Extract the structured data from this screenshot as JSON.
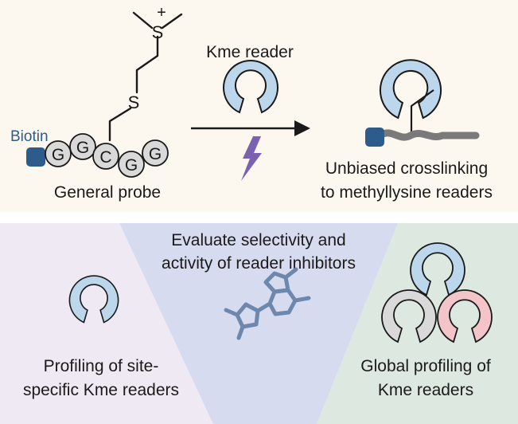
{
  "colors": {
    "top_panel_bg": "#fdf8ef",
    "left_panel_bg": "#efe9f3",
    "middle_panel_bg": "#d6dbef",
    "right_panel_bg": "#dde8e1",
    "reader_blue": "#bcd6ec",
    "reader_gray": "#d9d9d9",
    "reader_pink": "#f3c5c9",
    "biotin_blue": "#2d5c8c",
    "lightning_purple": "#7b62b0",
    "inhibitor_blue": "#6e87ad",
    "linker_gray": "#7a7a7a"
  },
  "probe": {
    "biotin_label": "Biotin",
    "caption": "General probe",
    "sulfonium_charge": "+",
    "sulfur_top": "S",
    "sulfur_mid": "S",
    "nucleotides": [
      "G",
      "G",
      "C",
      "G",
      "G"
    ]
  },
  "reaction": {
    "reader_label": "Kme reader",
    "icons": {
      "arrow": "right-arrow-icon",
      "light": "lightning-bolt-icon"
    }
  },
  "result": {
    "line1": "Unbiased crosslinking",
    "line2": "to methyllysine readers"
  },
  "left_panel": {
    "line1": "Profiling of site-",
    "line2": "specific Kme readers"
  },
  "middle_panel": {
    "line1": "Evaluate selectivity and",
    "line2": "activity of reader inhibitors",
    "icon": "inhibitor-molecule-icon"
  },
  "right_panel": {
    "line1": "Global profiling of",
    "line2": "Kme readers"
  }
}
